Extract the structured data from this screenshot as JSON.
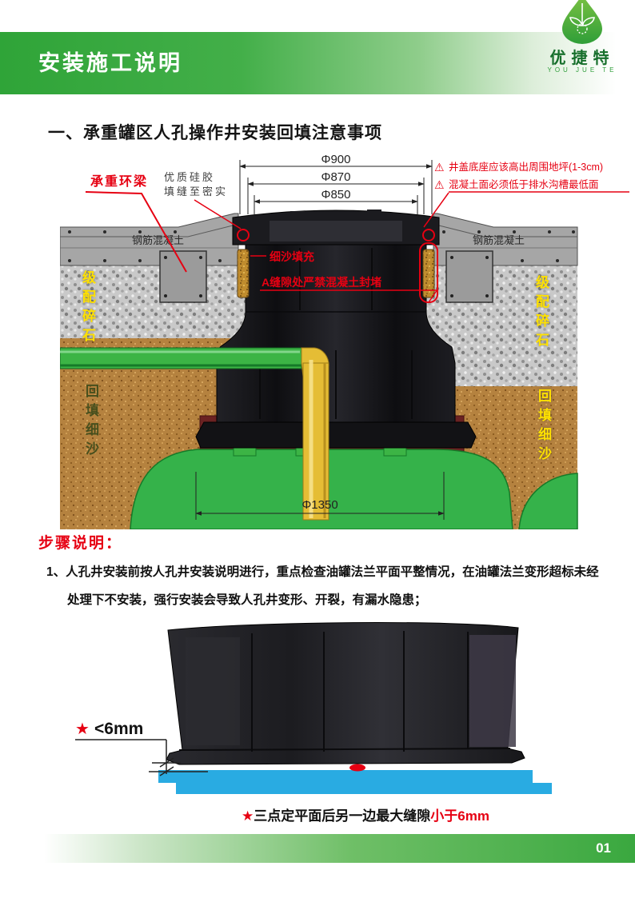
{
  "colors": {
    "green": "#3aa83f",
    "red": "#e60012",
    "yellow": "#ffe100",
    "blue": "#29abe2"
  },
  "header": {
    "title": "安装施工说明",
    "logo_name": "优捷特",
    "logo_sub": "YOU JUE TE"
  },
  "section": {
    "title": "一、承重罐区人孔操作井安装回填注意事项"
  },
  "diagram1": {
    "dim_900": "Φ900",
    "dim_870": "Φ870",
    "dim_850": "Φ850",
    "dim_1350": "Φ1350",
    "ring_beam": "承重环梁",
    "silicone_1": "优质硅胶",
    "silicone_2": "填缝至密实",
    "warn_icon": "⚠",
    "warn_1": "井盖底座应该高出周围地坪(1-3cm)",
    "warn_2": "混凝土面必须低于排水沟槽最低面",
    "rc_left": "钢筋混凝土",
    "rc_right": "钢筋混凝土",
    "sand_fill": "细沙填充",
    "no_concrete": "A缝隙处严禁混凝土封堵",
    "gravel_left": "级配碎石",
    "gravel_right": "级配碎石",
    "backfill_left": "回填细沙",
    "backfill_right": "回填细沙"
  },
  "steps": {
    "heading": "步骤说明：",
    "s1_no": "1、",
    "s1_text": "人孔井安装前按人孔井安装说明进行，重点检查油罐法兰平面平整情况，在油罐法兰变形超标未经处理下不安装，强行安装会导致人孔井变形、开裂，有漏水隐患；"
  },
  "diagram2": {
    "star": "★",
    "gap": "<6mm",
    "cap_star": "★",
    "cap_text": "三点定平面后另一边最大缝隙",
    "cap_red": "小于6mm"
  },
  "footer": {
    "page": "01"
  }
}
